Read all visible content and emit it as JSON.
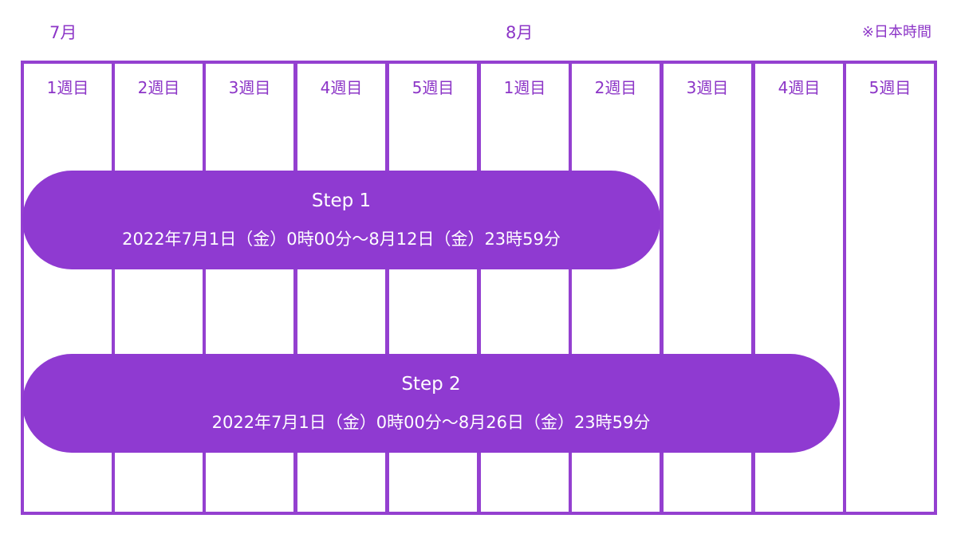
{
  "header": {
    "month_july": "7月",
    "month_august": "8月",
    "timezone_note": "※日本時間"
  },
  "weeks": [
    {
      "label": "1週目"
    },
    {
      "label": "2週目"
    },
    {
      "label": "3週目"
    },
    {
      "label": "4週目"
    },
    {
      "label": "5週目"
    },
    {
      "label": "1週目"
    },
    {
      "label": "2週目"
    },
    {
      "label": "3週目"
    },
    {
      "label": "4週目"
    },
    {
      "label": "5週目"
    }
  ],
  "steps": [
    {
      "title": "Step 1",
      "period": "2022年7月1日（金）0時00分～8月12日（金）23時59分"
    },
    {
      "title": "Step 2",
      "period": "2022年7月1日（金）0時00分～8月26日（金）23時59分"
    }
  ],
  "colors": {
    "accent": "#8f3ad1",
    "text": "#8c35c7",
    "background": "#ffffff"
  }
}
